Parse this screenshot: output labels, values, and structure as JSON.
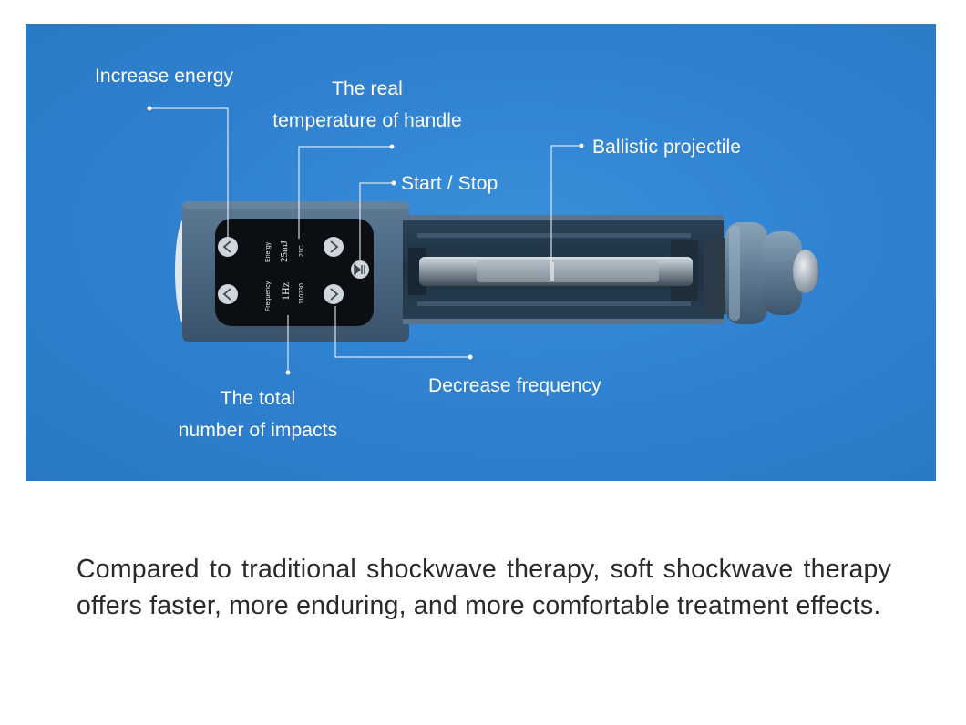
{
  "callouts": {
    "increase_energy": "Increase energy",
    "real_temperature_line1": "The real",
    "real_temperature_line2": "temperature of handle",
    "ballistic_projectile": "Ballistic projectile",
    "start_stop": "Start / Stop",
    "decrease_frequency": "Decrease frequency",
    "total_impacts_line1": "The total",
    "total_impacts_line2": "number of impacts"
  },
  "display": {
    "energy_label": "Energy",
    "energy_value": "25mJ",
    "temperature_value": "21C",
    "frequency_label": "Frequency",
    "frequency_value": "1Hz",
    "impacts_value": "110730"
  },
  "icons": {
    "left_button": "chevron-left-icon",
    "right_button": "chevron-right-icon",
    "play_pause": "play-pause-icon"
  },
  "caption": "Compared to traditional shockwave therapy, soft shockwave therapy offers faster, more enduring, and more comfortable treatment effects.",
  "colors": {
    "panel_background": "#2e80cf",
    "callout_text": "#ffffff",
    "caption_text": "#2a2a2a"
  }
}
